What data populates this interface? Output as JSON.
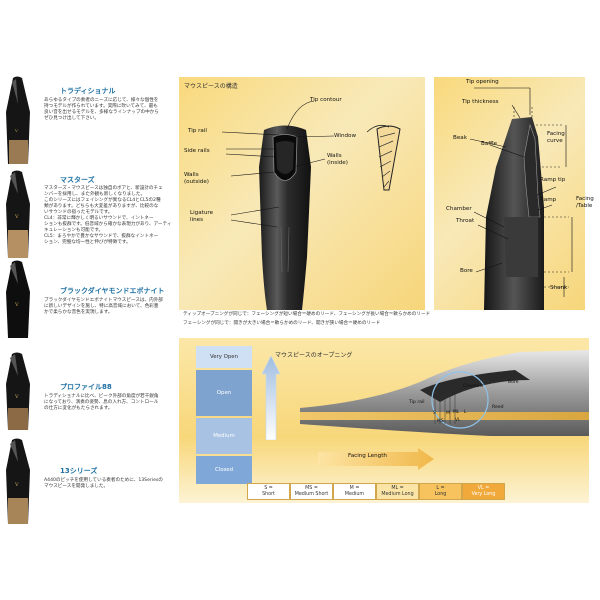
{
  "products": [
    {
      "title": "トラディショナル",
      "lines": [
        "あらゆるタイプの奏者のニーズに応じて、様々な個性を",
        "持つモデルが作られています。実際に吹いてみて、最も",
        "良い音を出せるモデルを、多様なラインナップの中から",
        "ぜひ見つけ出して下さい。"
      ]
    },
    {
      "title": "マスターズ",
      "lines": [
        "マスターズ・マウスピースは独自のボアと、新設計のチェ",
        "ンバーを採用し、また外観も新しくなりました。",
        "このシリーズにはフェイシングが異なるCL4とCL5の2種",
        "類があります。どちらも大変差がありますが、比較のな",
        "いサウンドの宿ったモデルです。",
        "CL4：非常に輝かしく明るいサウンドで、イントネー",
        "ションも抜群です。低音域から確かな表現力があり、アーティ",
        "キュレーションも可能です。",
        "CL5：まろやかで豊かなサウンドで、抜群なイントネー",
        "ション、完璧な均一性と伸びが特徴です。"
      ]
    },
    {
      "title": "ブラックダイヤモンドエボナイト",
      "lines": [
        "ブラックダイヤモンドエボナイトマウスピースは、内外部",
        "に新しいデザインを施し、特に高音域において、色彩豊",
        "かで柔らかな音色を実現します。"
      ]
    },
    {
      "title": "プロファイル88",
      "lines": [
        "トラディショナルに比べ、ビーク外部の角度が若干鋭角",
        "になっており、演奏の姿勢、息の入れ方、コントロール",
        "の仕方に変化がもたらされます。"
      ]
    },
    {
      "title": "13シリーズ",
      "lines": [
        "A440のピッチを使用している奏者のために、13Seriesの",
        "マウスピースを開発しました。"
      ]
    }
  ],
  "structure": {
    "title": "マウスピースの構造",
    "labels": {
      "tip_contour": "Tip contour",
      "tip_rail": "Tip rail",
      "window": "Window",
      "side_rails": "Side rails",
      "walls_inside": [
        "Walls",
        "(inside)"
      ],
      "walls_outside": [
        "Walls",
        "(outside)"
      ],
      "ligature_lines": [
        "Ligature",
        "lines"
      ],
      "tip_opening": "Tip opening",
      "tip_thickness": "Tip thickness",
      "beak": "Beak",
      "baffle": "Baffle",
      "facing_curve": [
        "Facing",
        "curve"
      ],
      "ramp_tip": "Ramp tip",
      "ramp": "Ramp",
      "chamber": "Chamber",
      "throat": "Throat",
      "facing_table": [
        "Facing",
        "/Table"
      ],
      "bore": "Bore",
      "shank": "Shank"
    },
    "notes": [
      "ティップオープニングが同じで：フェーシングが短い場合＝硬めのリード、フェーシングが長い場合＝軟らかめのリード",
      "フェーシングが同じで：開きが大きい場合＝軟らかめのリード、開きが狭い場合＝硬めのリード"
    ]
  },
  "opening": {
    "title": "マウスピースのオープニング",
    "scale": [
      "Very Open",
      "Open",
      "Medium",
      "Closed"
    ],
    "inner_labels": {
      "chamber": "Chamber",
      "bore": "Bore",
      "tip_rail": "Tip rail",
      "reed": "Reed",
      "s": "S",
      "ms": "MS",
      "m": "M",
      "ml": "ML",
      "l": "L",
      "vl": "VL"
    },
    "facing_length": "Facing Length",
    "lengths": [
      {
        "code": "S =",
        "name": "Short"
      },
      {
        "code": "MS =",
        "name": "Medium Short"
      },
      {
        "code": "M =",
        "name": "Medium"
      },
      {
        "code": "ML =",
        "name": "Medium Long"
      },
      {
        "code": "L =",
        "name": "Long"
      },
      {
        "code": "VL =",
        "name": "Very Long"
      }
    ]
  },
  "colors": {
    "title_blue": "#1d6fa3",
    "panel_gold": "#f8dc82",
    "scale_dark": "#5a7fae",
    "scale_light": "#cfe0f4"
  }
}
